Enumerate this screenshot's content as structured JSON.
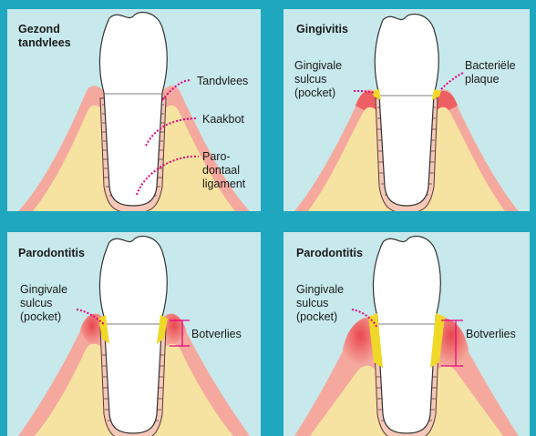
{
  "colors": {
    "background": "#1fa7bf",
    "panel": "#c7e9ec",
    "bone": "#f7e3a1",
    "gum": "#f5a99e",
    "gum_light": "#fbd3c7",
    "inflamed": "#e9474e",
    "plaque": "#f0d828",
    "tooth": "#ffffff",
    "pointer": "#e6007e",
    "measure": "#e6007e"
  },
  "panels": [
    {
      "title": [
        "Gezond",
        "tandvlees"
      ],
      "labels": {
        "gum": "Tandvlees",
        "bone": "Kaakbot",
        "ligament": [
          "Paro-",
          "dontaal",
          "ligament"
        ]
      }
    },
    {
      "title": [
        "Gingivitis"
      ],
      "labels": {
        "sulcus": [
          "Gingivale",
          "sulcus",
          "(pocket)"
        ],
        "plaque": [
          "Bacteriële",
          "plaque"
        ]
      }
    },
    {
      "title": [
        "Parodontitis"
      ],
      "labels": {
        "sulcus": [
          "Gingivale",
          "sulcus",
          "(pocket)"
        ],
        "boneloss": "Botverlies"
      }
    },
    {
      "title": [
        "Parodontitis"
      ],
      "labels": {
        "sulcus": [
          "Gingivale",
          "sulcus",
          "(pocket)"
        ],
        "boneloss": "Botverlies"
      }
    }
  ]
}
